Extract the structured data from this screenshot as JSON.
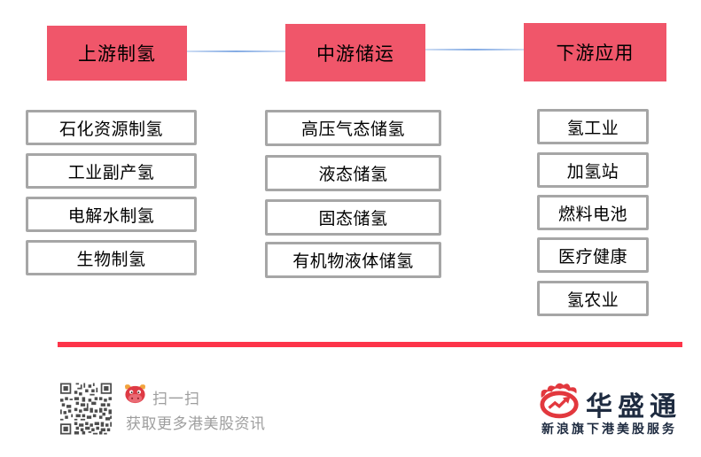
{
  "diagram": {
    "columns": [
      {
        "header": "上游制氢",
        "items": [
          "石化资源制氢",
          "工业副产氢",
          "电解水制氢",
          "生物制氢"
        ]
      },
      {
        "header": "中游储运",
        "items": [
          "高压气态储氢",
          "液态储氢",
          "固态储氢",
          "有机物液体储氢"
        ]
      },
      {
        "header": "下游应用",
        "items": [
          "氢工业",
          "加氢站",
          "燃料电池",
          "医疗健康",
          "氢农业"
        ]
      }
    ]
  },
  "footer": {
    "scan_title": "扫一扫",
    "scan_subtitle": "获取更多港美股资讯",
    "brand_name": "华盛通",
    "brand_tagline": "新浪旗下港美股服务"
  },
  "icons": {
    "qr": "qr-code",
    "bull": "bull-mascot-icon",
    "flame": "sina-flame-icon"
  },
  "colors": {
    "header_bg": "#F0566A",
    "item_border": "#A6A6A6",
    "connector_blue": "#85ACE4",
    "divider_red": "#FD3449",
    "footer_gray": "#9E9E9E",
    "brand_navy": "#1E2B40",
    "brand_red": "#E2383E",
    "bull_red": "#DE3A44",
    "horn_yellow": "#F2A33C",
    "qr_dark": "#4D4D4D"
  }
}
